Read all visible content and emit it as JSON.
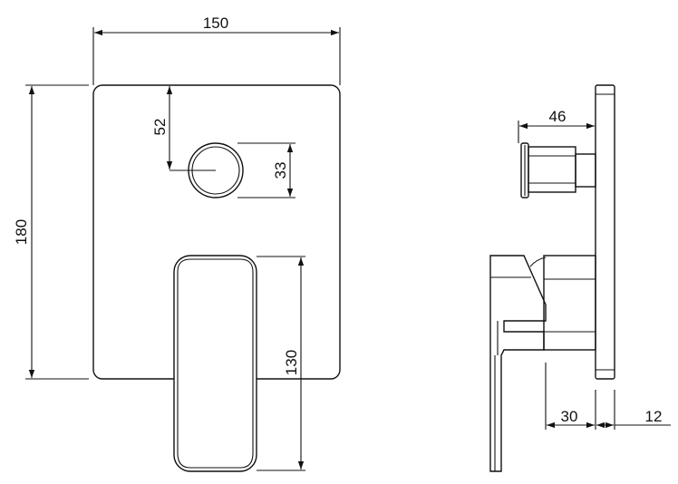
{
  "dimensions": {
    "plate_width": "150",
    "plate_height": "180",
    "knob_offset": "52",
    "knob_diameter": "33",
    "lever_length": "130",
    "knob_projection": "46",
    "lever_depth": "30",
    "plate_thickness": "12"
  }
}
